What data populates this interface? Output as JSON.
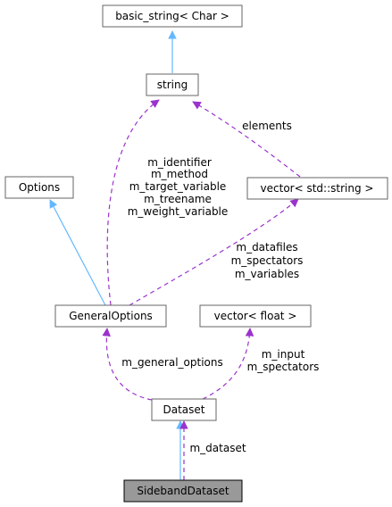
{
  "colors": {
    "node_fill": "#ffffff",
    "node_border": "#666666",
    "highlight_fill": "#999999",
    "highlight_border": "#000000",
    "inheritance_edge": "#63b8ff",
    "usage_edge": "#9a32cd"
  },
  "nodes": {
    "basic_string": "basic_string< Char >",
    "string": "string",
    "options": "Options",
    "vector_string": "vector< std::string >",
    "general_options": "GeneralOptions",
    "vector_float": "vector< float >",
    "dataset": "Dataset",
    "sideband_dataset": "SidebandDataset"
  },
  "edge_labels": {
    "elements": "elements",
    "general_options_strings": [
      "m_identifier",
      "m_method",
      "m_target_variable",
      "m_treename",
      "m_weight_variable"
    ],
    "general_options_vectors": [
      "m_datafiles",
      "m_spectators",
      "m_variables"
    ],
    "general_options_member": "m_general_options",
    "dataset_float_vectors": [
      "m_input",
      "m_spectators"
    ],
    "dataset_member": "m_dataset"
  }
}
